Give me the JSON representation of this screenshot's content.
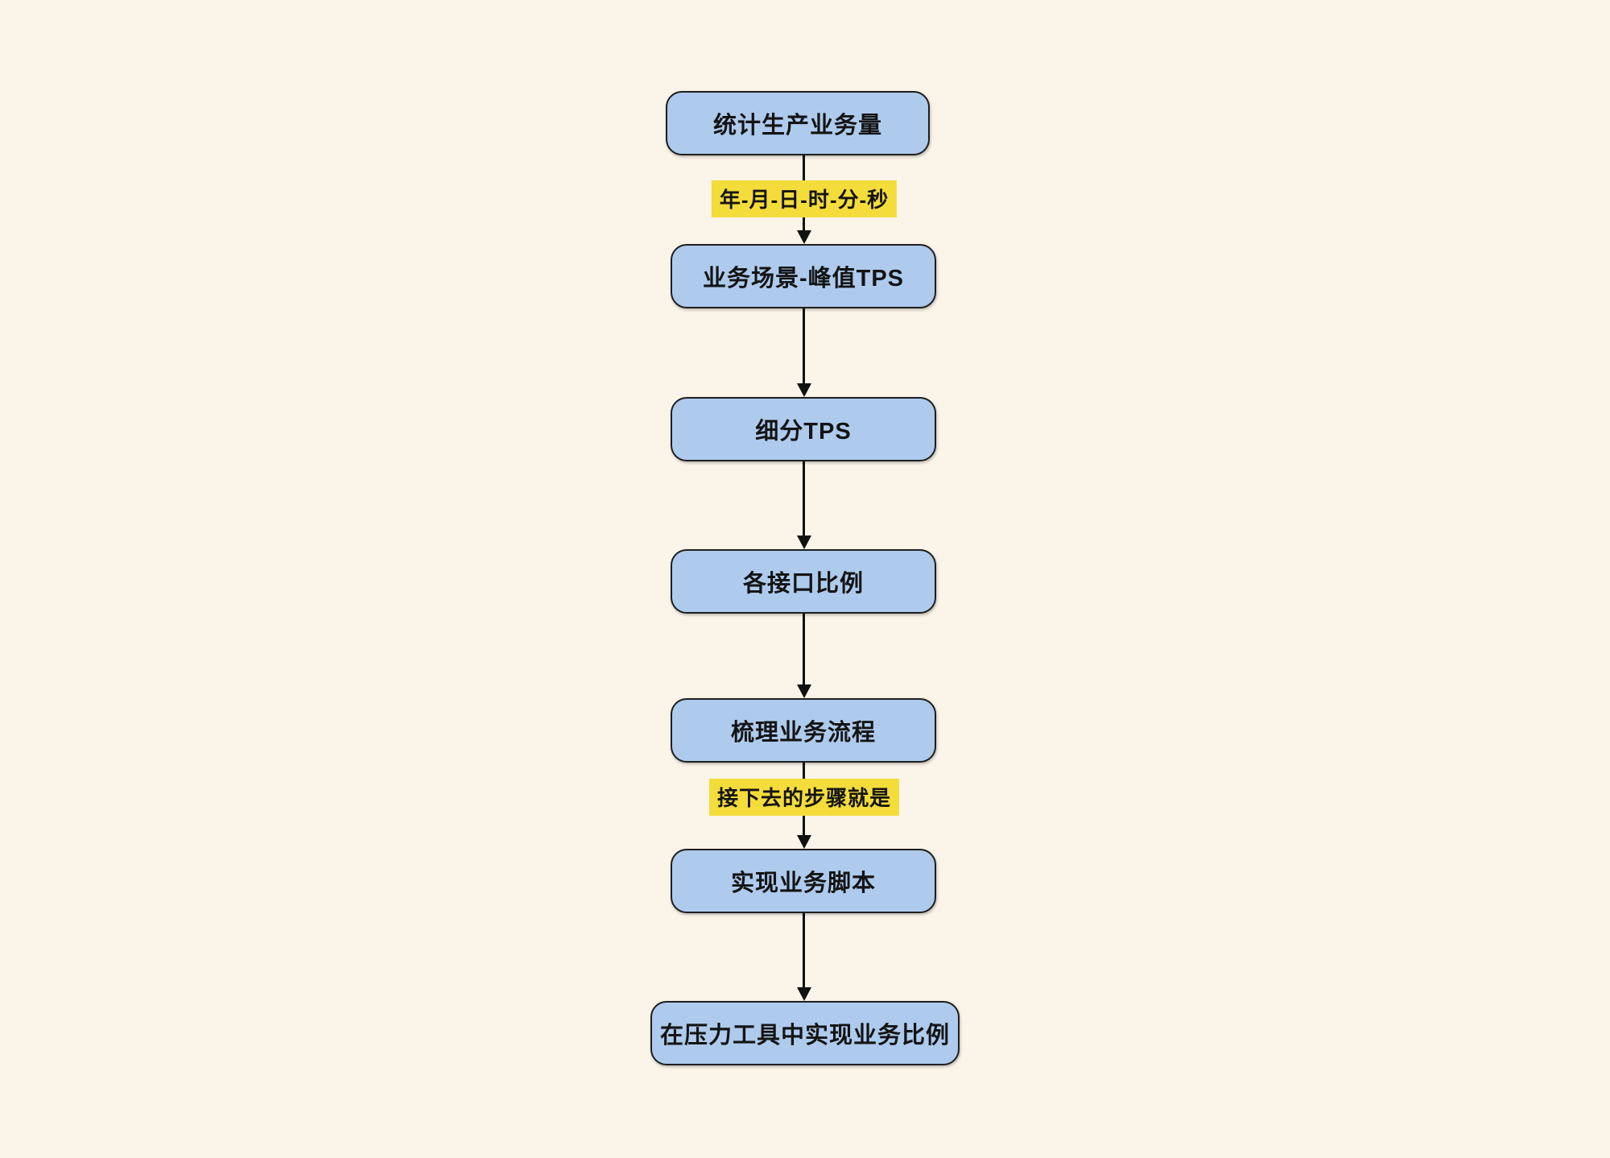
{
  "canvas": {
    "background_color": "#FAF4E9"
  },
  "colors": {
    "node_fill": "#AECBED",
    "node_border": "#1f1f1f",
    "edge": "#111111",
    "label_bg": "#F4DC3B",
    "text": "#141414"
  },
  "flowchart": {
    "type": "flowchart",
    "direction": "top-down",
    "nodes": [
      {
        "id": 1,
        "label": "统计生产业务量"
      },
      {
        "id": 2,
        "label": "业务场景-峰值TPS"
      },
      {
        "id": 3,
        "label": "细分TPS"
      },
      {
        "id": 4,
        "label": "各接口比例"
      },
      {
        "id": 5,
        "label": "梳理业务流程"
      },
      {
        "id": 6,
        "label": "实现业务脚本"
      },
      {
        "id": 7,
        "label": "在压力工具中实现业务比例"
      }
    ],
    "edges": [
      {
        "from": 1,
        "to": 2,
        "label": "年-月-日-时-分-秒"
      },
      {
        "from": 2,
        "to": 3,
        "label": ""
      },
      {
        "from": 3,
        "to": 4,
        "label": ""
      },
      {
        "from": 4,
        "to": 5,
        "label": ""
      },
      {
        "from": 5,
        "to": 6,
        "label": "接下去的步骤就是"
      },
      {
        "from": 6,
        "to": 7,
        "label": ""
      }
    ]
  }
}
